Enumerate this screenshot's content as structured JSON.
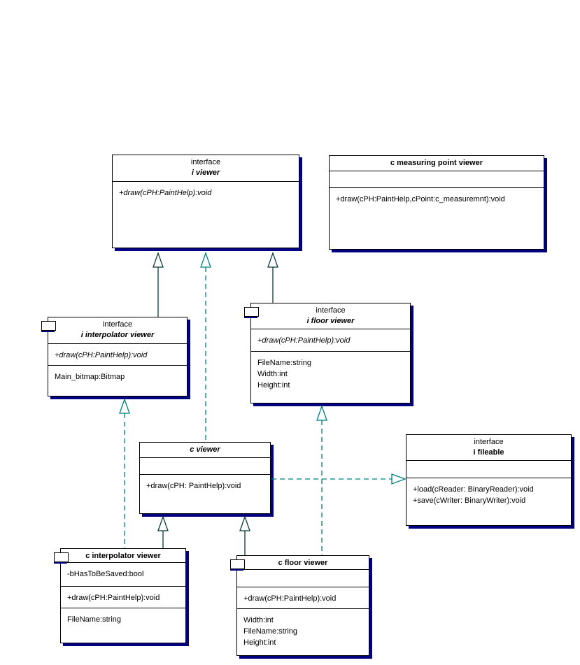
{
  "diagram_type": "uml-class-diagram",
  "colors": {
    "background": "#ffffff",
    "box_border": "#000000",
    "box_shadow": "#000080",
    "solid_line": "#0b3b3b",
    "dashed_line": "#008080"
  },
  "classes": {
    "i_viewer": {
      "stereotype": "interface",
      "name": "i viewer",
      "methods": [
        "+draw(cPH:PaintHelp):void"
      ]
    },
    "c_measuring_point_viewer": {
      "name": "c measuring point viewer",
      "methods": [
        "+draw(cPH:PaintHelp,cPoint:c_measuremnt):void"
      ]
    },
    "i_interpolator_viewer": {
      "stereotype": "interface",
      "name": "i interpolator viewer",
      "methods": [
        "+draw(cPH:PaintHelp):void"
      ],
      "fields": [
        "Main_bitmap:Bitmap"
      ]
    },
    "i_floor_viewer": {
      "stereotype": "interface",
      "name": "i floor viewer",
      "methods": [
        "+draw(cPH:PaintHelp):void"
      ],
      "fields": [
        "FileName:string",
        "Width:int",
        "Height:int"
      ]
    },
    "c_viewer": {
      "name": "c viewer",
      "methods": [
        "+draw(cPH: PaintHelp):void"
      ]
    },
    "i_fileable": {
      "stereotype": "interface",
      "name": "i fileable",
      "methods": [
        "+load(cReader: BinaryReader):void",
        "+save(cWriter: BinaryWriter):void"
      ]
    },
    "c_interpolator_viewer": {
      "name": "c interpolator viewer",
      "attributes": [
        "-bHasToBeSaved:bool"
      ],
      "methods": [
        "+draw(cPH:PaintHelp):void"
      ],
      "fields": [
        "FileName:string"
      ]
    },
    "c_floor_viewer": {
      "name": "c floor viewer",
      "methods": [
        "+draw(cPH:PaintHelp):void"
      ],
      "fields": [
        "Width:int",
        "FileName:string",
        "Height:int"
      ]
    }
  },
  "relationships": [
    {
      "from": "i interpolator viewer",
      "to": "i viewer",
      "type": "generalization",
      "line": "solid"
    },
    {
      "from": "c viewer",
      "to": "i viewer",
      "type": "realization",
      "line": "dashed"
    },
    {
      "from": "i floor viewer",
      "to": "i viewer",
      "type": "generalization",
      "line": "solid"
    },
    {
      "from": "c interpolator viewer",
      "to": "i interpolator viewer",
      "type": "realization",
      "line": "dashed"
    },
    {
      "from": "c interpolator viewer",
      "to": "c viewer",
      "type": "generalization",
      "line": "solid"
    },
    {
      "from": "c floor viewer",
      "to": "c viewer",
      "type": "generalization",
      "line": "solid"
    },
    {
      "from": "c floor viewer",
      "to": "i floor viewer",
      "type": "realization",
      "line": "dashed"
    },
    {
      "from": "c viewer",
      "to": "i fileable",
      "type": "realization",
      "line": "dashed"
    }
  ]
}
